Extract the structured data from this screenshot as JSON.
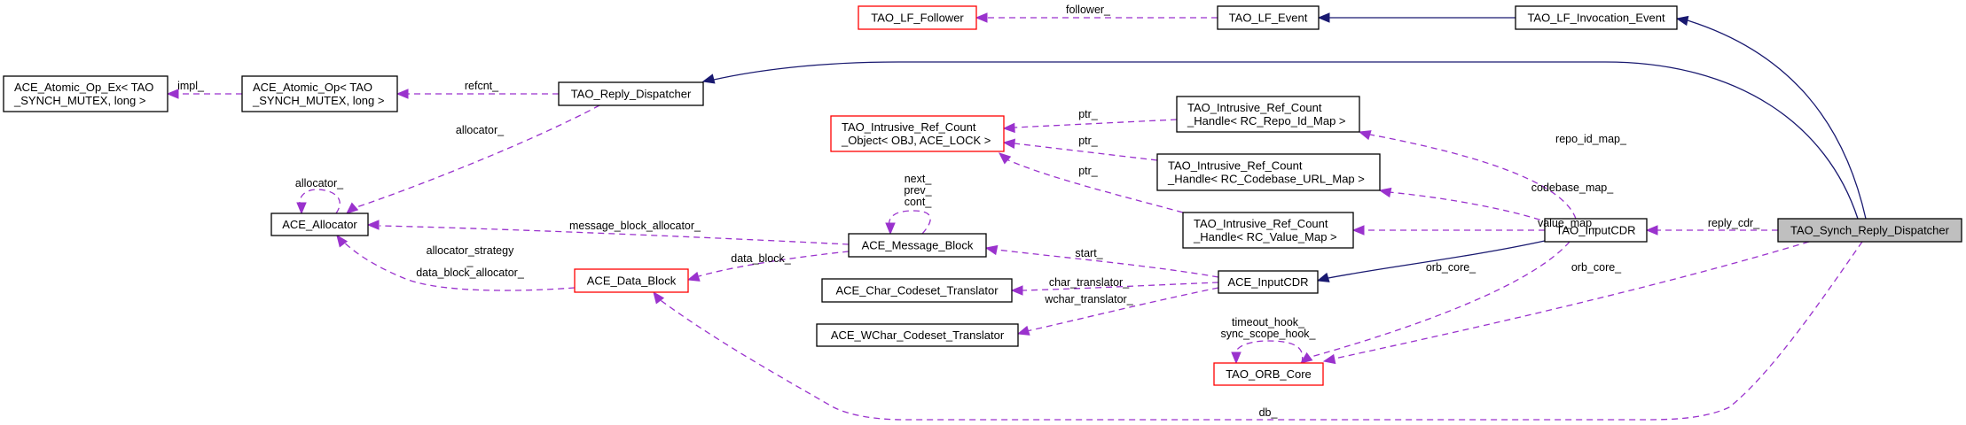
{
  "diagram": {
    "title": "Collaboration diagram for TAO_Synch_Reply_Dispatcher",
    "colors": {
      "usage_edge": "#9a32cd",
      "inheritance_edge": "#191970",
      "incomplete_border": "#ff0000",
      "focus_fill": "#bfbfbf"
    },
    "nodes": [
      {
        "id": "atomic_op_ex",
        "lines": [
          "ACE_Atomic_Op_Ex< TAO",
          "_SYNCH_MUTEX, long >"
        ],
        "style": "normal"
      },
      {
        "id": "atomic_op",
        "lines": [
          "ACE_Atomic_Op< TAO",
          "_SYNCH_MUTEX, long >"
        ],
        "style": "normal"
      },
      {
        "id": "reply_dispatcher",
        "lines": [
          "TAO_Reply_Dispatcher"
        ],
        "style": "normal"
      },
      {
        "id": "lf_follower",
        "lines": [
          "TAO_LF_Follower"
        ],
        "style": "incomplete"
      },
      {
        "id": "lf_event",
        "lines": [
          "TAO_LF_Event"
        ],
        "style": "normal"
      },
      {
        "id": "lf_invocation_event",
        "lines": [
          "TAO_LF_Invocation_Event"
        ],
        "style": "normal"
      },
      {
        "id": "intrusive_object",
        "lines": [
          "TAO_Intrusive_Ref_Count",
          "_Object< OBJ, ACE_LOCK >"
        ],
        "style": "incomplete"
      },
      {
        "id": "handle_repo",
        "lines": [
          "TAO_Intrusive_Ref_Count",
          "_Handle< RC_Repo_Id_Map >"
        ],
        "style": "normal"
      },
      {
        "id": "handle_codebase",
        "lines": [
          "TAO_Intrusive_Ref_Count",
          "_Handle< RC_Codebase_URL_Map >"
        ],
        "style": "normal"
      },
      {
        "id": "handle_value",
        "lines": [
          "TAO_Intrusive_Ref_Count",
          "_Handle< RC_Value_Map >"
        ],
        "style": "normal"
      },
      {
        "id": "allocator",
        "lines": [
          "ACE_Allocator"
        ],
        "style": "normal"
      },
      {
        "id": "message_block",
        "lines": [
          "ACE_Message_Block"
        ],
        "style": "normal"
      },
      {
        "id": "data_block",
        "lines": [
          "ACE_Data_Block"
        ],
        "style": "incomplete"
      },
      {
        "id": "char_translator",
        "lines": [
          "ACE_Char_Codeset_Translator"
        ],
        "style": "normal"
      },
      {
        "id": "wchar_translator",
        "lines": [
          "ACE_WChar_Codeset_Translator"
        ],
        "style": "normal"
      },
      {
        "id": "ace_inputcdr",
        "lines": [
          "ACE_InputCDR"
        ],
        "style": "normal"
      },
      {
        "id": "tao_inputcdr",
        "lines": [
          "TAO_InputCDR"
        ],
        "style": "normal"
      },
      {
        "id": "orb_core",
        "lines": [
          "TAO_ORB_Core"
        ],
        "style": "incomplete"
      },
      {
        "id": "synch_reply_dispatcher",
        "lines": [
          "TAO_Synch_Reply_Dispatcher"
        ],
        "style": "focus"
      }
    ],
    "edges": [
      {
        "id": "e_impl",
        "from": "atomic_op",
        "to": "atomic_op_ex",
        "kind": "usage",
        "label": [
          "impl_"
        ]
      },
      {
        "id": "e_refcnt",
        "from": "reply_dispatcher",
        "to": "atomic_op",
        "kind": "usage",
        "label": [
          "refcnt_"
        ]
      },
      {
        "id": "e_allocator_rd",
        "from": "reply_dispatcher",
        "to": "allocator",
        "kind": "usage",
        "label": [
          "allocator_"
        ]
      },
      {
        "id": "e_allocator_self",
        "from": "allocator",
        "to": "allocator",
        "kind": "usage",
        "label": [
          "allocator_"
        ]
      },
      {
        "id": "e_follower",
        "from": "lf_event",
        "to": "lf_follower",
        "kind": "usage",
        "label": [
          "follower_"
        ]
      },
      {
        "id": "e_lf_inherit",
        "from": "lf_invocation_event",
        "to": "lf_event",
        "kind": "inheritance",
        "label": []
      },
      {
        "id": "e_synch_lfinv",
        "from": "synch_reply_dispatcher",
        "to": "lf_invocation_event",
        "kind": "inheritance",
        "label": []
      },
      {
        "id": "e_synch_rd",
        "from": "synch_reply_dispatcher",
        "to": "reply_dispatcher",
        "kind": "inheritance",
        "label": []
      },
      {
        "id": "e_ptr1",
        "from": "handle_repo",
        "to": "intrusive_object",
        "kind": "usage",
        "label": [
          "ptr_"
        ]
      },
      {
        "id": "e_ptr2",
        "from": "handle_codebase",
        "to": "intrusive_object",
        "kind": "usage",
        "label": [
          "ptr_"
        ]
      },
      {
        "id": "e_ptr3",
        "from": "handle_value",
        "to": "intrusive_object",
        "kind": "usage",
        "label": [
          "ptr_"
        ]
      },
      {
        "id": "e_repo_map",
        "from": "tao_inputcdr",
        "to": "handle_repo",
        "kind": "usage",
        "label": [
          "repo_id_map_"
        ]
      },
      {
        "id": "e_codebase_map",
        "from": "tao_inputcdr",
        "to": "handle_codebase",
        "kind": "usage",
        "label": [
          "codebase_map_"
        ]
      },
      {
        "id": "e_value_map",
        "from": "tao_inputcdr",
        "to": "handle_value",
        "kind": "usage",
        "label": [
          "value_map_"
        ]
      },
      {
        "id": "e_reply_cdr",
        "from": "synch_reply_dispatcher",
        "to": "tao_inputcdr",
        "kind": "usage",
        "label": [
          "reply_cdr_"
        ]
      },
      {
        "id": "e_mb_self",
        "from": "message_block",
        "to": "message_block",
        "kind": "usage",
        "label": [
          "next_",
          "prev_",
          "cont_"
        ]
      },
      {
        "id": "e_mb_alloc",
        "from": "message_block",
        "to": "allocator",
        "kind": "usage",
        "label": [
          "message_block_allocator_"
        ]
      },
      {
        "id": "e_data_block",
        "from": "message_block",
        "to": "data_block",
        "kind": "usage",
        "label": [
          "data_block_"
        ]
      },
      {
        "id": "e_db_alloc",
        "from": "data_block",
        "to": "allocator",
        "kind": "usage",
        "label": [
          "allocator_strategy",
          "_",
          "data_block_allocator_"
        ]
      },
      {
        "id": "e_start",
        "from": "ace_inputcdr",
        "to": "message_block",
        "kind": "usage",
        "label": [
          "start_"
        ]
      },
      {
        "id": "e_char_tr",
        "from": "ace_inputcdr",
        "to": "char_translator",
        "kind": "usage",
        "label": [
          "char_translator_"
        ]
      },
      {
        "id": "e_wchar_tr",
        "from": "ace_inputcdr",
        "to": "wchar_translator",
        "kind": "usage",
        "label": [
          "wchar_translator_"
        ]
      },
      {
        "id": "e_cdr_inherit",
        "from": "tao_inputcdr",
        "to": "ace_inputcdr",
        "kind": "inheritance",
        "label": []
      },
      {
        "id": "e_orb_cdr",
        "from": "tao_inputcdr",
        "to": "orb_core",
        "kind": "usage",
        "label": [
          "orb_core_"
        ]
      },
      {
        "id": "e_orb_synch",
        "from": "synch_reply_dispatcher",
        "to": "orb_core",
        "kind": "usage",
        "label": [
          "orb_core_"
        ]
      },
      {
        "id": "e_orb_self",
        "from": "orb_core",
        "to": "orb_core",
        "kind": "usage",
        "label": [
          "timeout_hook_",
          "sync_scope_hook_"
        ]
      },
      {
        "id": "e_db",
        "from": "synch_reply_dispatcher",
        "to": "data_block",
        "kind": "usage",
        "label": [
          "db_"
        ]
      }
    ]
  }
}
